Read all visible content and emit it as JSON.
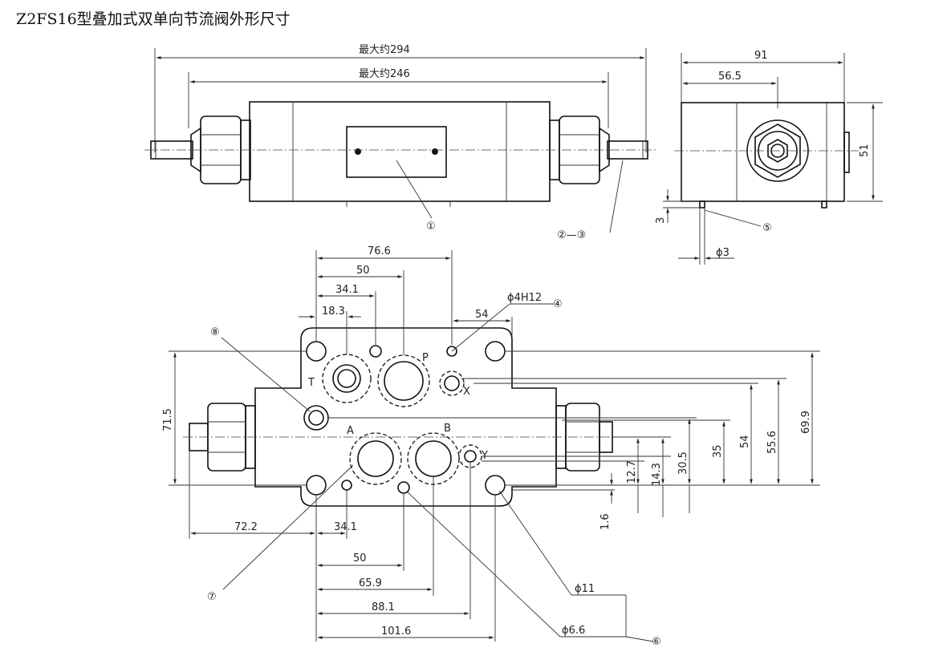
{
  "title": "Z2FS16型叠加式双单向节流阀外形尺寸",
  "front_view": {
    "dim_max_294": "最大约294",
    "dim_max_246": "最大约246",
    "callout_1": "①",
    "callout_2_3": "②—③"
  },
  "side_view": {
    "dim_91": "91",
    "dim_56_5": "56.5",
    "dim_51": "51",
    "dim_3": "3",
    "dim_phi3": "ϕ3",
    "callout_5": "⑤"
  },
  "top_view": {
    "port_T": "T",
    "port_P": "P",
    "port_X": "X",
    "port_A": "A",
    "port_B": "B",
    "port_Y": "Y",
    "callout_4": "④",
    "callout_6": "⑥",
    "callout_7": "⑦",
    "callout_8": "⑧",
    "dim_76_6": "76.6",
    "dim_50_top": "50",
    "dim_34_1_top": "34.1",
    "dim_18_3": "18.3",
    "dim_phi4h12": "ϕ4H12",
    "dim_54_top": "54",
    "dim_71_5": "71.5",
    "dim_72_2": "72.2",
    "dim_34_1_bottom": "34.1",
    "dim_50_bottom": "50",
    "dim_65_9": "65.9",
    "dim_88_1": "88.1",
    "dim_101_6": "101.6",
    "dim_phi11": "ϕ11",
    "dim_phi6_6": "ϕ6.6",
    "dim_1_6": "1.6",
    "dim_12_7": "12.7",
    "dim_14_3": "14.3",
    "dim_30_5": "30.5",
    "dim_35": "35",
    "dim_54_right": "54",
    "dim_55_6": "55.6",
    "dim_69_9": "69.9"
  }
}
